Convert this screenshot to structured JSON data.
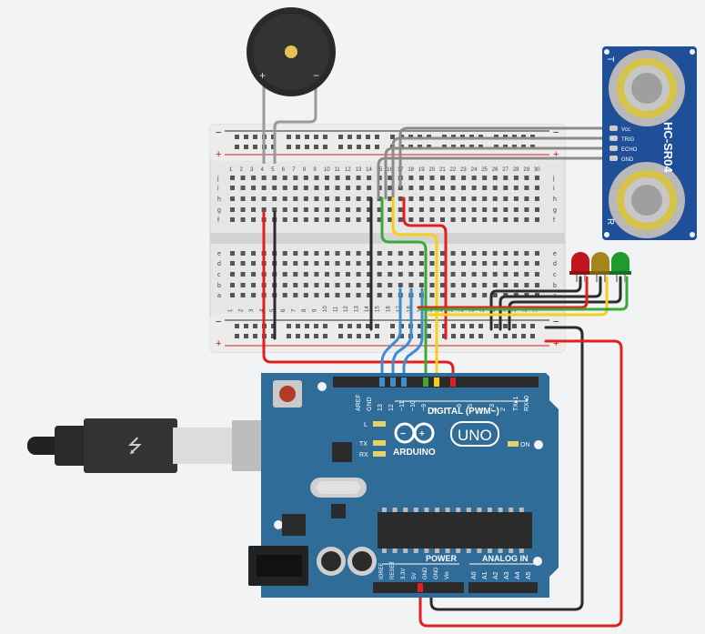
{
  "breadboard": {
    "columns_top": [
      "1",
      "2",
      "3",
      "4",
      "5",
      "6",
      "7",
      "8",
      "9",
      "10",
      "11",
      "12",
      "13",
      "14",
      "15",
      "16",
      "17",
      "18",
      "19",
      "20",
      "21",
      "22",
      "23",
      "24",
      "25",
      "26",
      "27",
      "28",
      "29",
      "30"
    ],
    "rows_top": [
      "j",
      "i",
      "h",
      "g",
      "f"
    ],
    "rows_bottom": [
      "e",
      "d",
      "c",
      "b",
      "a"
    ],
    "minus_label": "−",
    "plus_label": "+"
  },
  "sensor": {
    "name": "HC-SR04",
    "pins": [
      "Vcc",
      "TRIG",
      "ECHO",
      "GND"
    ],
    "label_t": "T",
    "label_r": "R"
  },
  "arduino": {
    "brand": "ARDUINO",
    "model": "UNO",
    "digital_label": "DIGITAL (PWM~)",
    "power_label": "POWER",
    "analog_label": "ANALOG IN",
    "on_label": "ON",
    "leds": [
      "L",
      "TX",
      "RX"
    ],
    "top_pins": [
      "AREF",
      "GND",
      "13",
      "12",
      "~11",
      "~10",
      "~9",
      "8",
      "7",
      "~6",
      "~5",
      "4",
      "~3",
      "2",
      "TX▸1",
      "RX◂0"
    ],
    "power_pins": [
      "IOREF",
      "RESET",
      "3.3V",
      "5V",
      "GND",
      "GND",
      "Vin"
    ],
    "analog_pins": [
      "A0",
      "A1",
      "A2",
      "A3",
      "A4",
      "A5"
    ]
  },
  "buzzer": {
    "plus": "+",
    "minus": "−"
  },
  "leds": [
    {
      "color": "red",
      "hex": "#c0171c"
    },
    {
      "color": "amber",
      "hex": "#a4851d"
    },
    {
      "color": "green",
      "hex": "#1f9a2d"
    }
  ],
  "colors": {
    "board_blue": "#2f6c97",
    "wire_red": "#e02020",
    "wire_black": "#2b2b2b",
    "wire_yellow": "#f5cf18",
    "wire_green": "#3fa638",
    "wire_blue": "#3b8fd0",
    "wire_gray": "#8c8c8c",
    "sensor_blue": "#1f4f99"
  }
}
